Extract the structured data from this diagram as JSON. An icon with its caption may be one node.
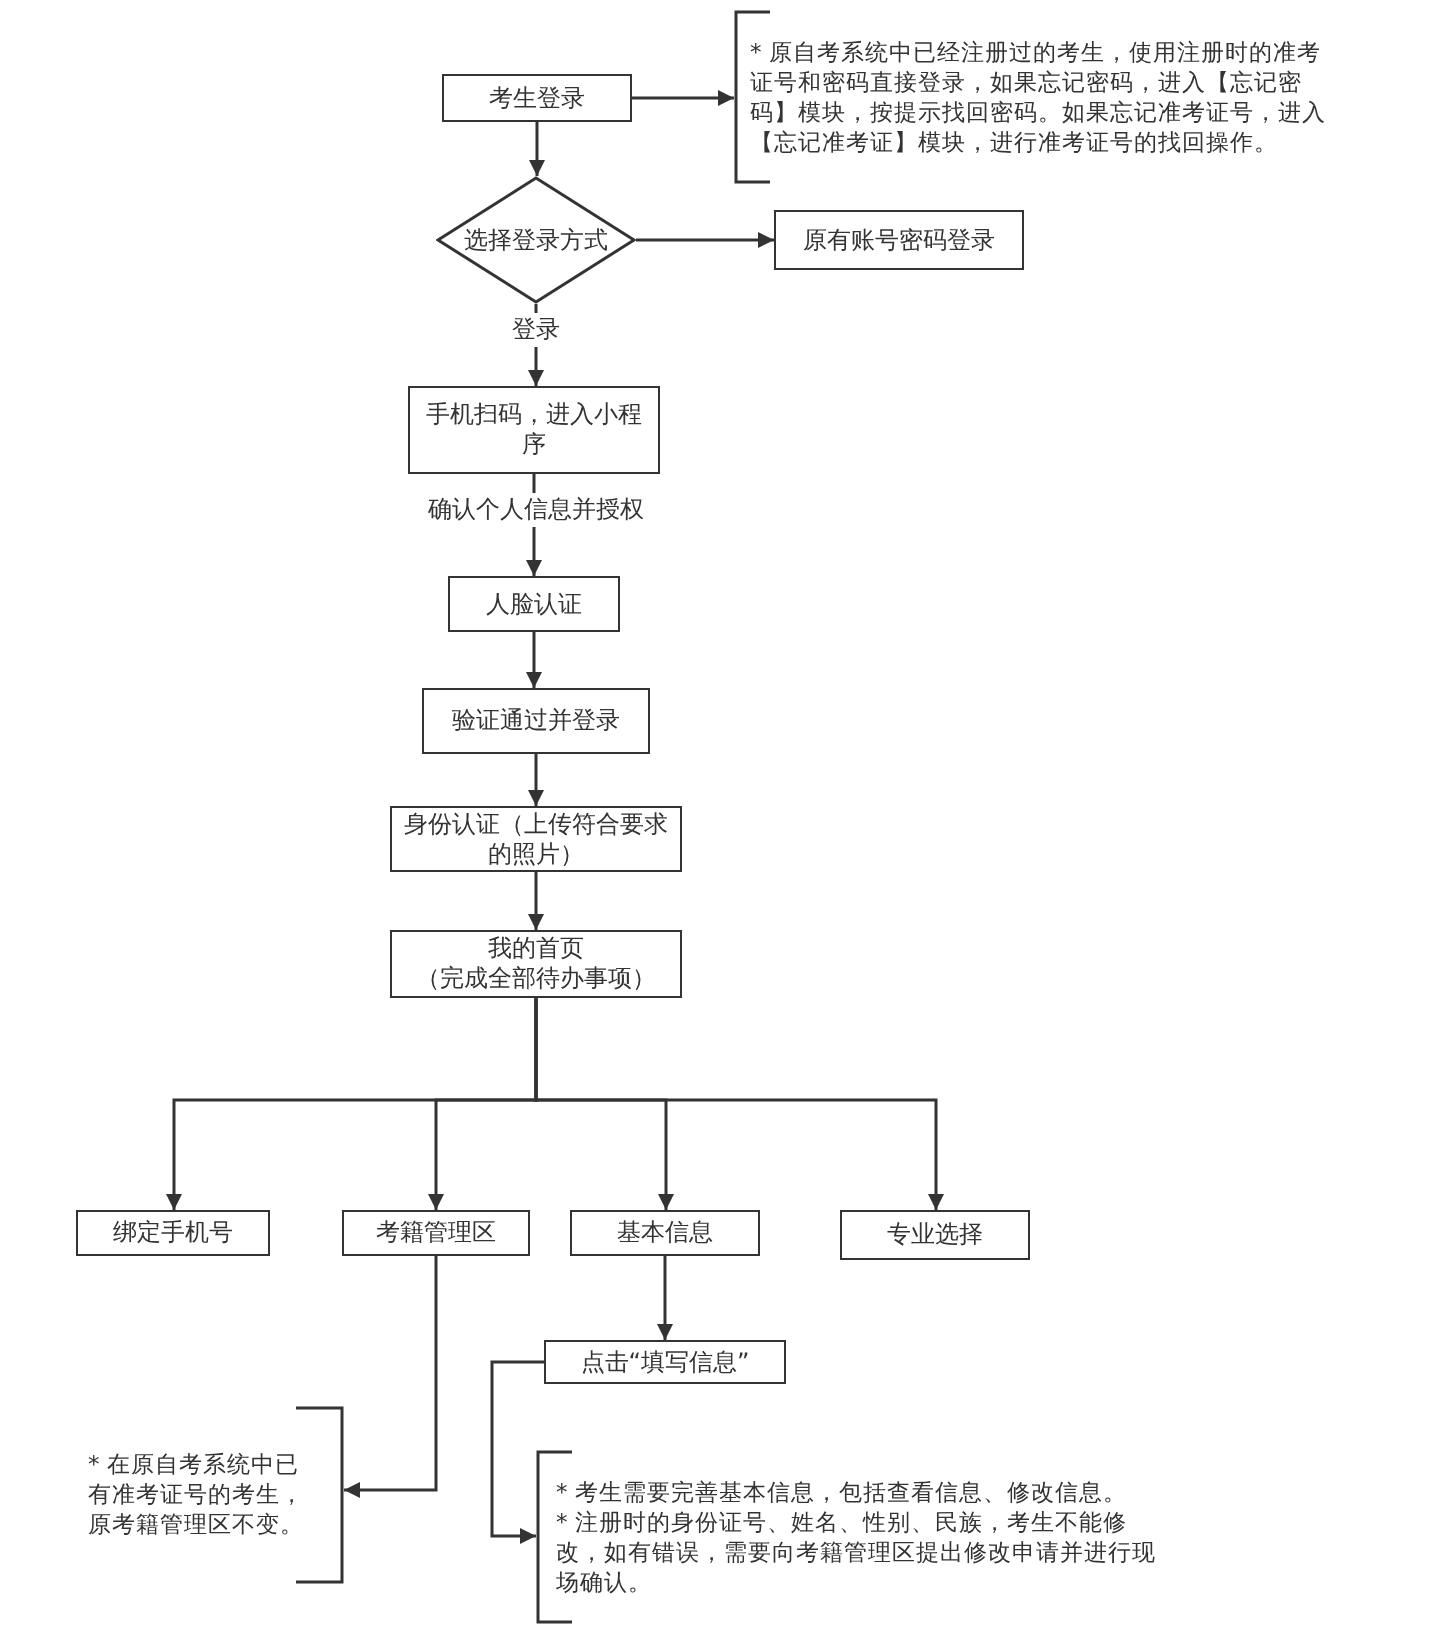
{
  "diagram": {
    "nodes": [
      {
        "text": [
          "考生登录"
        ]
      },
      {
        "text": [
          "* 原自考系统中已经注册过的考生，使用注册时的准考证号和密码直接登录，如果忘记密码，进入【忘记密码】模块，按提示找回密码。如果忘记准考证号，进入【忘记准考证】模块，进行准考证号的找回操作。"
        ]
      },
      {
        "text": [
          "选择登录方式"
        ]
      },
      {
        "text": [
          "原有账号密码登录"
        ]
      },
      {
        "text": [
          "手机扫码，进入小程序"
        ]
      },
      {
        "text": [
          "人脸认证"
        ]
      },
      {
        "text": [
          "验证通过并登录"
        ]
      },
      {
        "text": [
          "身份认证（上传符合要求的照片）"
        ]
      },
      {
        "text": [
          "我的首页",
          "（完成全部待办事项）"
        ]
      },
      {
        "text": [
          "绑定手机号"
        ]
      },
      {
        "text": [
          "考籍管理区"
        ]
      },
      {
        "text": [
          "基本信息"
        ]
      },
      {
        "text": [
          "专业选择"
        ]
      },
      {
        "text": [
          "点击“填写信息”"
        ]
      },
      {
        "text": [
          "* 在原自考系统中已有准考证号的考生，原考籍管理区不变。"
        ]
      },
      {
        "text": [
          "* 考生需要完善基本信息，包括查看信息、修改信息。",
          "* 注册时的身份证号、姓名、性别、民族，考生不能修改，如有错误，需要向考籍管理区提出修改申请并进行现场确认。"
        ]
      }
    ],
    "edges": [
      {
        "from": 0,
        "to": 1,
        "arrow": "to"
      },
      {
        "from": 0,
        "to": 2,
        "arrow": "to"
      },
      {
        "from": 2,
        "to": 3,
        "arrow": "to"
      },
      {
        "from": 2,
        "to": 4,
        "arrow": "to",
        "label": "登录"
      },
      {
        "from": 4,
        "to": 5,
        "arrow": "to",
        "label": "确认个人信息并授权"
      },
      {
        "from": 5,
        "to": 6,
        "arrow": "to"
      },
      {
        "from": 6,
        "to": 7,
        "arrow": "to"
      },
      {
        "from": 7,
        "to": 8,
        "arrow": "to"
      },
      {
        "from": 8,
        "to": 9,
        "arrow": "to"
      },
      {
        "from": 8,
        "to": 10,
        "arrow": "to"
      },
      {
        "from": 8,
        "to": 11,
        "arrow": "to"
      },
      {
        "from": 8,
        "to": 12,
        "arrow": "to"
      },
      {
        "from": 10,
        "to": 14,
        "arrow": "to"
      },
      {
        "from": 11,
        "to": 13,
        "arrow": "to"
      },
      {
        "from": 13,
        "to": 15,
        "arrow": "to"
      }
    ]
  }
}
